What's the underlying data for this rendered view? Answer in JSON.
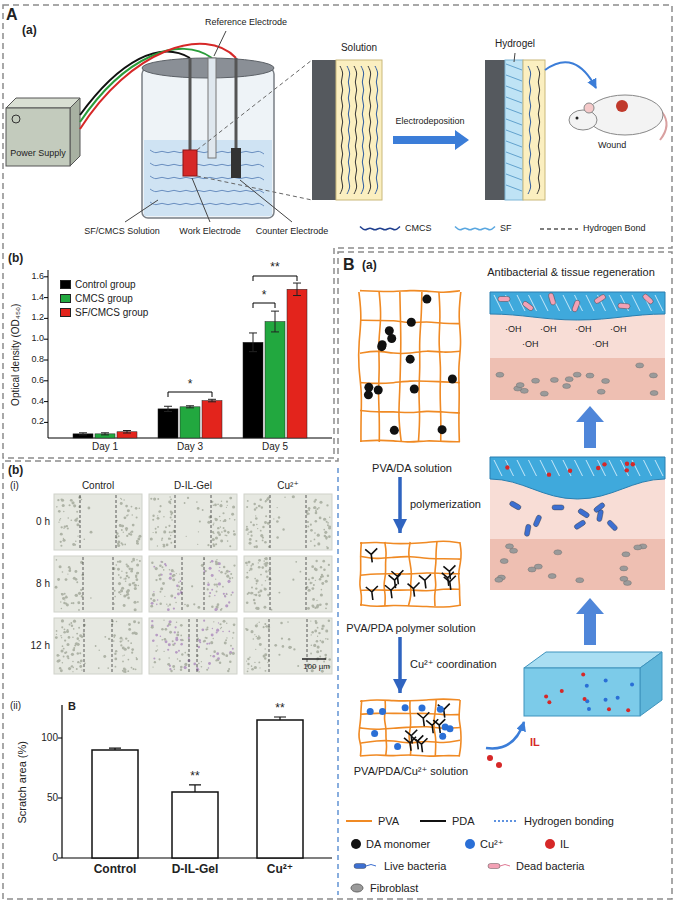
{
  "diagram": {
    "nodes": [
      {
        "text": [
          "PVA/DA solution"
        ]
      },
      {
        "text": [
          "PVA/PDA polymer solution"
        ]
      },
      {
        "text": [
          "PVA/PDA/Cu²⁺ solution"
        ]
      },
      {
        "text": [
          "Antibacterial & tissue regeneration"
        ]
      }
    ],
    "edges": [
      {
        "from": 0,
        "to": 1,
        "arrow": "to",
        "label": "polymerization"
      },
      {
        "from": 1,
        "to": 2,
        "arrow": "to",
        "label": "Cu²⁺ coordination"
      }
    ],
    "labels": [
      "A",
      "(a)",
      "Power Supply",
      "Reference Electrode",
      "SF/CMCS Solution",
      "Work Electrode",
      "Counter Electrode",
      "Solution",
      "Electrodeposition",
      "Hydrogel",
      "Wound",
      "(b)",
      "1.6",
      "1.4",
      "1.2",
      "1.0",
      "0.8",
      "0.6",
      "0.4",
      "0.2",
      "Day 1",
      "Day 3",
      "Day 5",
      "Optical density (OD₄₅₀)",
      "*",
      "*",
      "**",
      "B",
      "(a)",
      "IL",
      "·OH",
      "·OH",
      "·OH",
      "·OH",
      "·OH",
      "·OH",
      "(b)",
      "(i)",
      "Control",
      "D-IL-Gel",
      "Cu²⁺",
      "0 h",
      "8 h",
      "12 h",
      "100 µm",
      "(ii)",
      "B",
      "Scratch area (%)",
      "100",
      "50",
      "0",
      "Control",
      "D-IL-Gel",
      "Cu²⁺",
      "**",
      "**"
    ],
    "legend": [
      {
        "text": "Control group",
        "color": "#000000"
      },
      {
        "text": "CMCS group",
        "color": "#22a83f"
      },
      {
        "text": "SF/CMCS group",
        "color": "#e3241c"
      },
      {
        "text": "CMCS"
      },
      {
        "text": "SF"
      },
      {
        "text": "Hydrogen Bond"
      },
      {
        "text": "PVA"
      },
      {
        "text": "PDA"
      },
      {
        "text": "Hydrogen bonding"
      },
      {
        "text": "DA monomer"
      },
      {
        "text": "Cu²⁺"
      },
      {
        "text": "IL"
      },
      {
        "text": "Live bacteria"
      },
      {
        "text": "Dead bacteria"
      },
      {
        "text": "Fibroblast"
      }
    ]
  }
}
